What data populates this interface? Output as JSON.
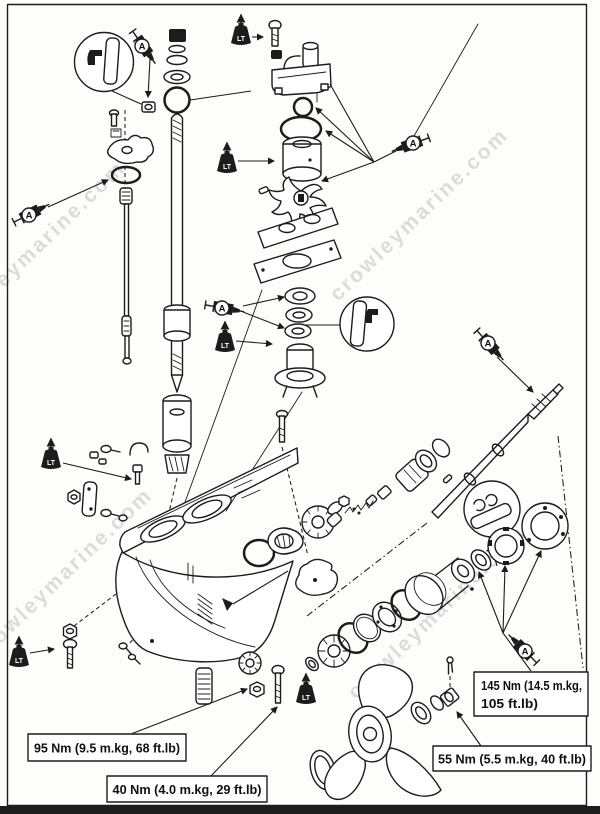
{
  "watermark": {
    "text": "crowleymarine.com"
  },
  "markers": {
    "grease": {
      "letter": "A"
    },
    "threadlocker": {
      "letter": "LT"
    }
  },
  "torque_callouts": {
    "t95": {
      "label": "95 Nm (9.5 m.kg, 68 ft.lb)"
    },
    "t40": {
      "label": "40 Nm (4.0 m.kg, 29 ft.lb)"
    },
    "t145": {
      "line1": "145 Nm (14.5 m.kg,",
      "line2": "105 ft.lb)"
    },
    "t55": {
      "label": "55 Nm (5.5 m.kg, 40 ft.lb)"
    }
  },
  "colors": {
    "ink": "#1c1c1c",
    "paper": "#fdfdfc",
    "watermark": "#c6c6c6"
  }
}
